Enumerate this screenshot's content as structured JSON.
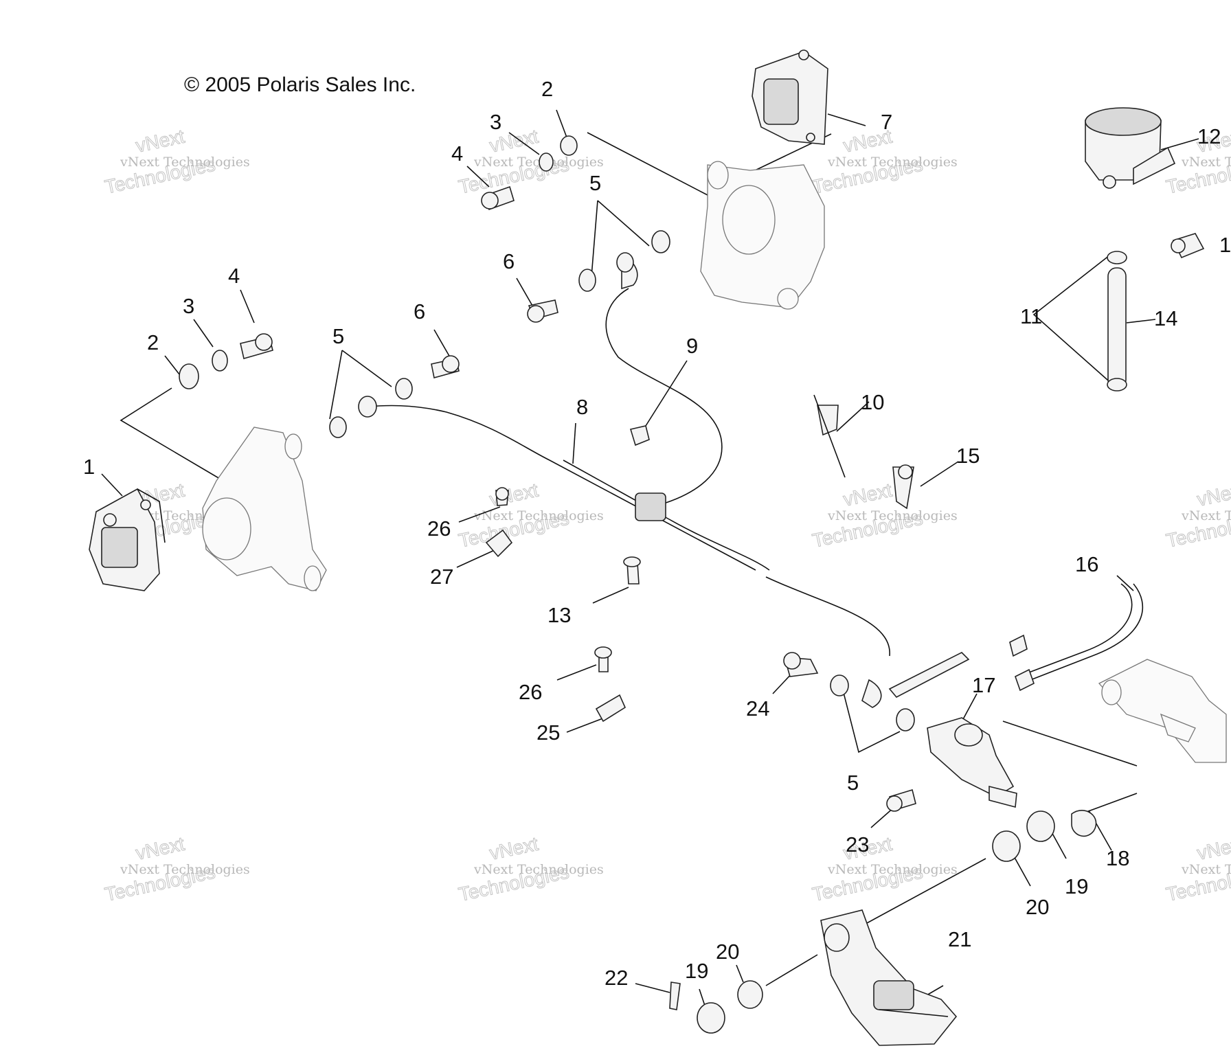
{
  "copyright": "© 2005 Polaris Sales Inc.",
  "watermark": {
    "line1": "vNext",
    "line2": "vNext Technologies",
    "line3": "Technologies"
  },
  "callouts": [
    {
      "id": "c1",
      "text": "1"
    },
    {
      "id": "c2a",
      "text": "2"
    },
    {
      "id": "c3a",
      "text": "3"
    },
    {
      "id": "c4a",
      "text": "4"
    },
    {
      "id": "c5a",
      "text": "5"
    },
    {
      "id": "c6a",
      "text": "6"
    },
    {
      "id": "c2b",
      "text": "2"
    },
    {
      "id": "c3b",
      "text": "3"
    },
    {
      "id": "c4b",
      "text": "4"
    },
    {
      "id": "c5b",
      "text": "5"
    },
    {
      "id": "c6b",
      "text": "6"
    },
    {
      "id": "c7",
      "text": "7"
    },
    {
      "id": "c8",
      "text": "8"
    },
    {
      "id": "c9",
      "text": "9"
    },
    {
      "id": "c10",
      "text": "10"
    },
    {
      "id": "c11",
      "text": "11"
    },
    {
      "id": "c12",
      "text": "12"
    },
    {
      "id": "c13r",
      "text": "1"
    },
    {
      "id": "c14",
      "text": "14"
    },
    {
      "id": "c15",
      "text": "15"
    },
    {
      "id": "c16",
      "text": "16"
    },
    {
      "id": "c17",
      "text": "17"
    },
    {
      "id": "c26a",
      "text": "26"
    },
    {
      "id": "c27",
      "text": "27"
    },
    {
      "id": "c13",
      "text": "13"
    },
    {
      "id": "c26b",
      "text": "26"
    },
    {
      "id": "c25",
      "text": "25"
    },
    {
      "id": "c24",
      "text": "24"
    },
    {
      "id": "c5c",
      "text": "5"
    },
    {
      "id": "c23",
      "text": "23"
    },
    {
      "id": "c18",
      "text": "18"
    },
    {
      "id": "c19a",
      "text": "19"
    },
    {
      "id": "c20a",
      "text": "20"
    },
    {
      "id": "c21",
      "text": "21"
    },
    {
      "id": "c22",
      "text": "22"
    },
    {
      "id": "c19b",
      "text": "19"
    },
    {
      "id": "c20b",
      "text": "20"
    }
  ]
}
